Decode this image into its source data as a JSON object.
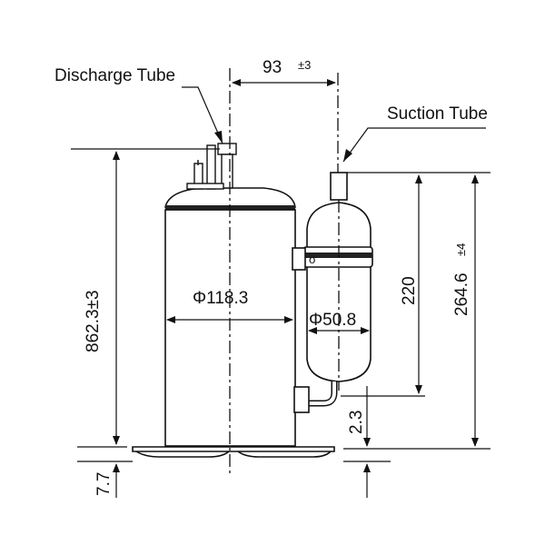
{
  "labels": {
    "discharge_tube": "Discharge Tube",
    "suction_tube": "Suction Tube"
  },
  "dimensions": {
    "offset": "93",
    "offset_tol": "±3",
    "body_diameter": "Φ118.3",
    "accumulator_diameter": "Φ50.8",
    "total_height": "862.3±3",
    "suction_height": "220",
    "suction_top_height": "264.6",
    "suction_top_tol": "±4",
    "suction_offset": "2.3",
    "base_offset": "7.7"
  },
  "marks": {
    "bracket_symbol": "σ"
  }
}
